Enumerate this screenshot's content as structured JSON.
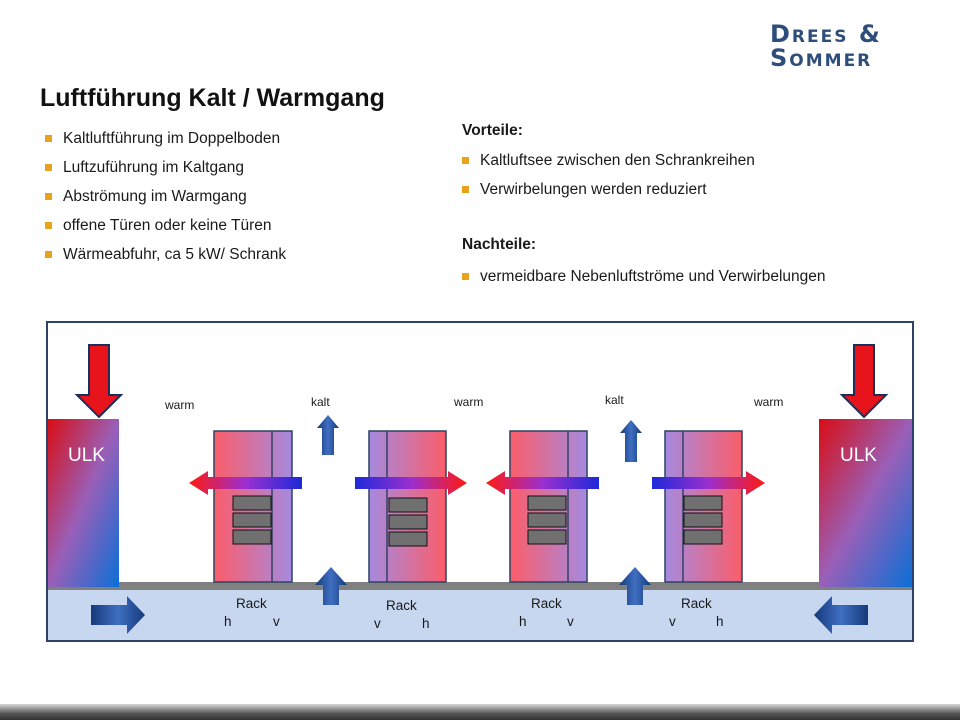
{
  "logo": {
    "line1": "Drees &",
    "line2": "Sommer"
  },
  "title": "Luftführung Kalt / Warmgang",
  "left_bullets": [
    "Kaltluftführung im Doppelboden",
    "Luftzuführung im Kaltgang",
    "Abströmung im Warmgang",
    "offene Türen oder keine Türen",
    "Wärmeabfuhr, ca 5 kW/ Schrank"
  ],
  "vorteile": {
    "heading": "Vorteile:",
    "items": [
      "Kaltluftsee zwischen den Schrankreihen",
      "Verwirbelungen werden reduziert"
    ]
  },
  "nachteile": {
    "heading": "Nachteile:",
    "items": [
      "vermeidbare Nebenluftströme und Verwirbelungen"
    ]
  },
  "diagram": {
    "ulk_left": "ULK",
    "ulk_right": "ULK",
    "zone_labels": [
      "warm",
      "kalt",
      "warm",
      "kalt",
      "warm"
    ],
    "racks": [
      {
        "label": "Rack",
        "left": "h",
        "right": "v"
      },
      {
        "label": "Rack",
        "left": "v",
        "right": "h"
      },
      {
        "label": "Rack",
        "left": "h",
        "right": "v"
      },
      {
        "label": "Rack",
        "left": "v",
        "right": "h"
      }
    ]
  },
  "colors": {
    "frame": "#2e4263",
    "floor": "#c7d7ef",
    "bullet": "#e9a21c",
    "logo": "#2e4d7b",
    "arrow_red": "#e8141b",
    "arrow_blue": "#1f3e8c"
  }
}
